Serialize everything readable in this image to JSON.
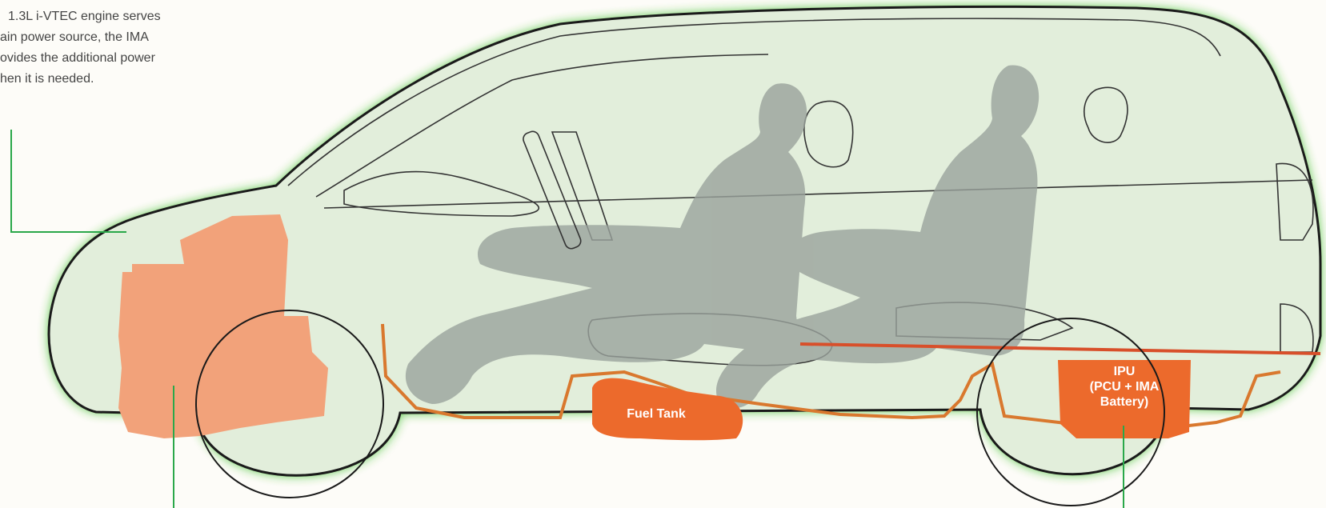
{
  "caption": {
    "lines": [
      "1.3L i-VTEC engine serves",
      "ain power source, the IMA",
      "ovides the additional power",
      "hen it is needed."
    ]
  },
  "labels": {
    "fuel_tank": "Fuel Tank",
    "ipu": [
      "IPU",
      "(PCU + IMA",
      "Battery)"
    ]
  },
  "colors": {
    "body_fill": "#e2eedb",
    "glow": "#3fbf2a",
    "outline": "#1a1a1a",
    "engine": "#f2a27a",
    "component": "#ec6a2c",
    "frame": "#d9782e",
    "battery_line": "#d84f2a",
    "leader_line": "#2aa84a",
    "silhouette": "#9aa39c"
  }
}
